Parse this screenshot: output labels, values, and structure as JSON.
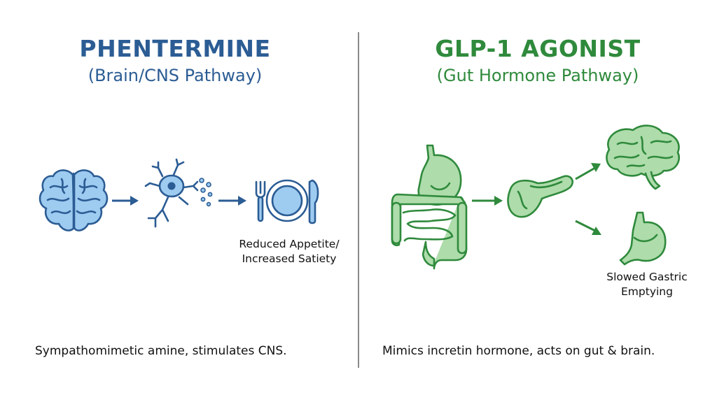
{
  "left": {
    "title": "PHENTERMINE",
    "subtitle": "(Brain/CNS Pathway)",
    "outcome_line1": "Reduced Appetite/",
    "outcome_line2": "Increased Satiety",
    "caption": "Sympathomimetic amine, stimulates CNS.",
    "icons": [
      "brain-icon",
      "arrow-right-icon",
      "neuron-icon",
      "plate-fork-knife-icon"
    ]
  },
  "right": {
    "title": "GLP-1 AGONIST",
    "subtitle": "(Gut Hormone Pathway)",
    "outcome_line1": "Slowed Gastric",
    "outcome_line2": "Emptying",
    "caption": "Mimics incretin hormone, acts on gut & brain.",
    "icons": [
      "stomach-intestines-icon",
      "arrow-right-icon",
      "pancreas-icon",
      "brain-icon",
      "stomach-icon"
    ]
  },
  "colors": {
    "blue_dark": "#2b5c94",
    "blue_fill": "#9ecbf0",
    "green_dark": "#2f8a3c",
    "green_fill": "#aedcab",
    "divider": "#8a8a8a"
  }
}
